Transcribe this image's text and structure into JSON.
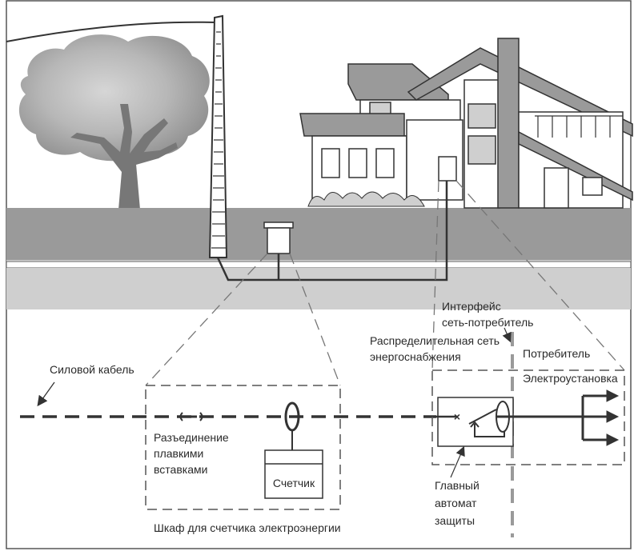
{
  "labels": {
    "power_cable": "Силовой кабель",
    "fuse_disconnect": [
      "Разъединение",
      "плавкими",
      "вставками"
    ],
    "meter": "Счетчик",
    "meter_cabinet": "Шкаф для счетчика электроэнергии",
    "interface": [
      "Интерфейс",
      "сеть-потребитель"
    ],
    "distribution_network": [
      "Распределительная сеть",
      "энергоснабжения"
    ],
    "consumer": "Потребитель",
    "installation": "Электроустановка",
    "main_breaker": [
      "Главный",
      "автомат",
      "защиты"
    ]
  },
  "colors": {
    "frame": "#555555",
    "fill_dark": "#9a9a9a",
    "fill_light": "#cfcfcf",
    "line": "#333333"
  }
}
